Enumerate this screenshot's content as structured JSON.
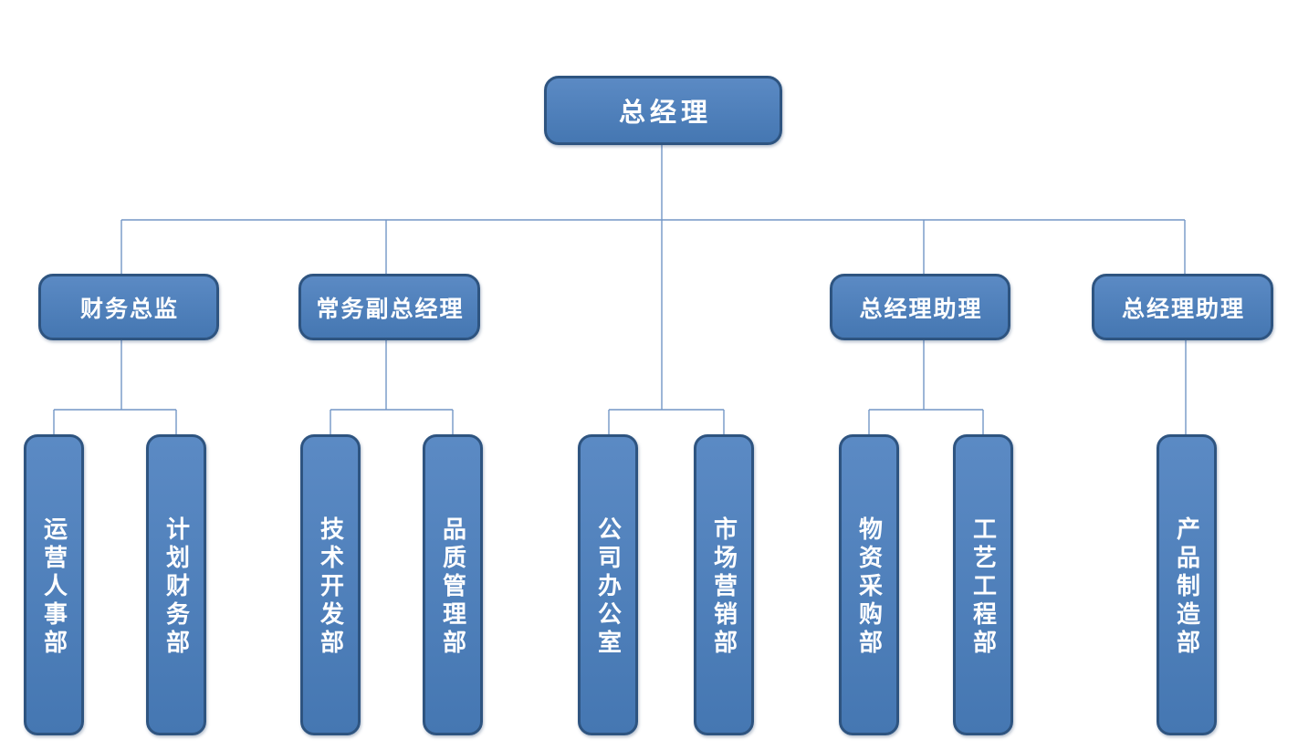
{
  "org_chart": {
    "level1": [
      "总经理"
    ],
    "level2": [
      "财务总监",
      "常务副总经理",
      "总经理助理",
      "总经理助理"
    ],
    "level3": [
      "运营人事部",
      "计划财务部",
      "技术开发部",
      "品质管理部",
      "公司办公室",
      "市场营销部",
      "物资采购部",
      "工艺工程部",
      "产品制造部"
    ],
    "edges": [
      {
        "from": "level1.0",
        "to": "level2.0"
      },
      {
        "from": "level1.0",
        "to": "level2.1"
      },
      {
        "from": "level1.0",
        "to": "level2.2"
      },
      {
        "from": "level1.0",
        "to": "level2.3"
      },
      {
        "from": "level2.0",
        "to": "level3.0"
      },
      {
        "from": "level2.0",
        "to": "level3.1"
      },
      {
        "from": "level2.1",
        "to": "level3.2"
      },
      {
        "from": "level2.1",
        "to": "level3.3"
      },
      {
        "from": "level1.0",
        "to": "level3.4"
      },
      {
        "from": "level1.0",
        "to": "level3.5"
      },
      {
        "from": "level2.2",
        "to": "level3.6"
      },
      {
        "from": "level2.2",
        "to": "level3.7"
      },
      {
        "from": "level2.3",
        "to": "level3.8"
      }
    ],
    "colors": {
      "node_fill_top": "#5B8AC4",
      "node_fill_bottom": "#4577B2",
      "node_border": "#2E5480",
      "node_text": "#FFFFFF",
      "connector": "#7396C6",
      "background": "#FFFFFF"
    }
  }
}
